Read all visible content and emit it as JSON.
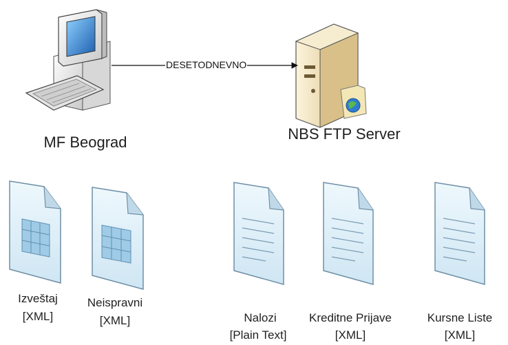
{
  "nodes": {
    "client": {
      "label": "MF Beograd"
    },
    "server": {
      "label": "NBS FTP Server"
    }
  },
  "edge": {
    "label": "DESETODNEVNO"
  },
  "documents": [
    {
      "name": "Izveštaj",
      "format": "[XML]",
      "icon": "spreadsheet-document-icon"
    },
    {
      "name": "Neispravni",
      "format": "[XML]",
      "icon": "spreadsheet-document-icon"
    },
    {
      "name": "Nalozi",
      "format": "[Plain Text]",
      "icon": "text-document-icon"
    },
    {
      "name": "Kreditne Prijave",
      "format": "[XML]",
      "icon": "text-document-icon"
    },
    {
      "name": "Kursne Liste",
      "format": "[XML]",
      "icon": "text-document-icon"
    }
  ],
  "colors": {
    "doc_fill": "#d9eef8",
    "doc_stroke": "#6f8fa6",
    "computer_body": "#f2f2f2",
    "server_body": "#ead9b0",
    "screen": "#2f79c8"
  }
}
